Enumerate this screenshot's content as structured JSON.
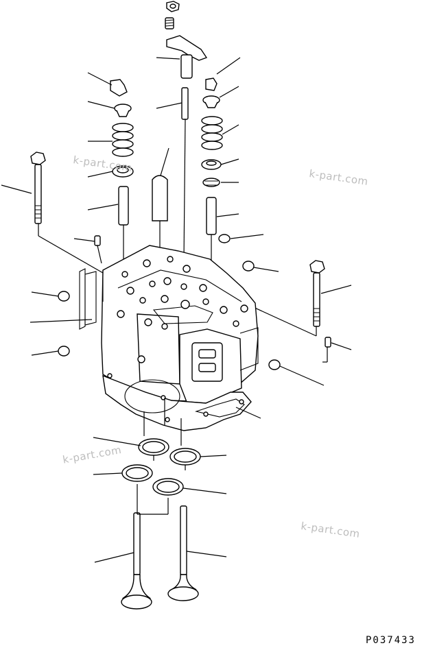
{
  "watermarks": [
    "k-part.com",
    "k-part.com",
    "k-part.com",
    "k-part.com"
  ],
  "drawing_code": "P037433"
}
